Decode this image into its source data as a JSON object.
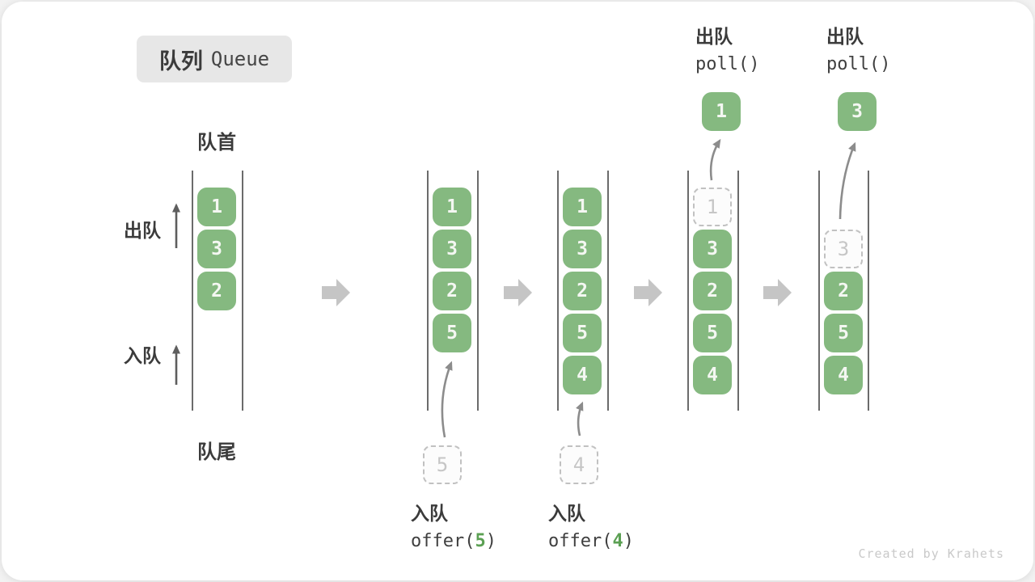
{
  "title": {
    "zh": "队列",
    "en": "Queue"
  },
  "side_labels": {
    "front": "队首",
    "rear": "队尾",
    "dequeue": "出队",
    "enqueue": "入队"
  },
  "columns": [
    {
      "name": "queue-state-initial",
      "cells": [
        {
          "row": 0,
          "value": "1",
          "style": "solid"
        },
        {
          "row": 1,
          "value": "3",
          "style": "solid"
        },
        {
          "row": 2,
          "value": "2",
          "style": "solid"
        }
      ]
    },
    {
      "name": "queue-state-enqueue-5",
      "cells": [
        {
          "row": 0,
          "value": "1",
          "style": "solid"
        },
        {
          "row": 1,
          "value": "3",
          "style": "solid"
        },
        {
          "row": 2,
          "value": "2",
          "style": "solid"
        },
        {
          "row": 3,
          "value": "5",
          "style": "solid"
        }
      ],
      "incoming_value": "5"
    },
    {
      "name": "queue-state-enqueue-4",
      "cells": [
        {
          "row": 0,
          "value": "1",
          "style": "solid"
        },
        {
          "row": 1,
          "value": "3",
          "style": "solid"
        },
        {
          "row": 2,
          "value": "2",
          "style": "solid"
        },
        {
          "row": 3,
          "value": "5",
          "style": "solid"
        },
        {
          "row": 4,
          "value": "4",
          "style": "solid"
        }
      ],
      "incoming_value": "4"
    },
    {
      "name": "queue-state-poll-1",
      "cells": [
        {
          "row": 0,
          "value": "1",
          "style": "dashed"
        },
        {
          "row": 1,
          "value": "3",
          "style": "solid"
        },
        {
          "row": 2,
          "value": "2",
          "style": "solid"
        },
        {
          "row": 3,
          "value": "5",
          "style": "solid"
        },
        {
          "row": 4,
          "value": "4",
          "style": "solid"
        }
      ],
      "outgoing_value": "1"
    },
    {
      "name": "queue-state-poll-3",
      "cells": [
        {
          "row": 1,
          "value": "3",
          "style": "dashed"
        },
        {
          "row": 2,
          "value": "2",
          "style": "solid"
        },
        {
          "row": 3,
          "value": "5",
          "style": "solid"
        },
        {
          "row": 4,
          "value": "4",
          "style": "solid"
        }
      ],
      "outgoing_value": "3"
    }
  ],
  "operations": {
    "enqueue": [
      {
        "label_zh": "入队",
        "code_prefix": "offer(",
        "arg": "5",
        "code_suffix": ")"
      },
      {
        "label_zh": "入队",
        "code_prefix": "offer(",
        "arg": "4",
        "code_suffix": ")"
      }
    ],
    "dequeue": [
      {
        "label_zh": "出队",
        "code": "poll()"
      },
      {
        "label_zh": "出队",
        "code": "poll()"
      }
    ]
  },
  "watermark": "Created by Krahets",
  "colors": {
    "box_green": "#85b980",
    "arg_green": "#5ba053",
    "step_arrow": "#c5c5c5",
    "flow_arrow": "#8c8c8c",
    "side_arrow": "#5e5e5e"
  }
}
